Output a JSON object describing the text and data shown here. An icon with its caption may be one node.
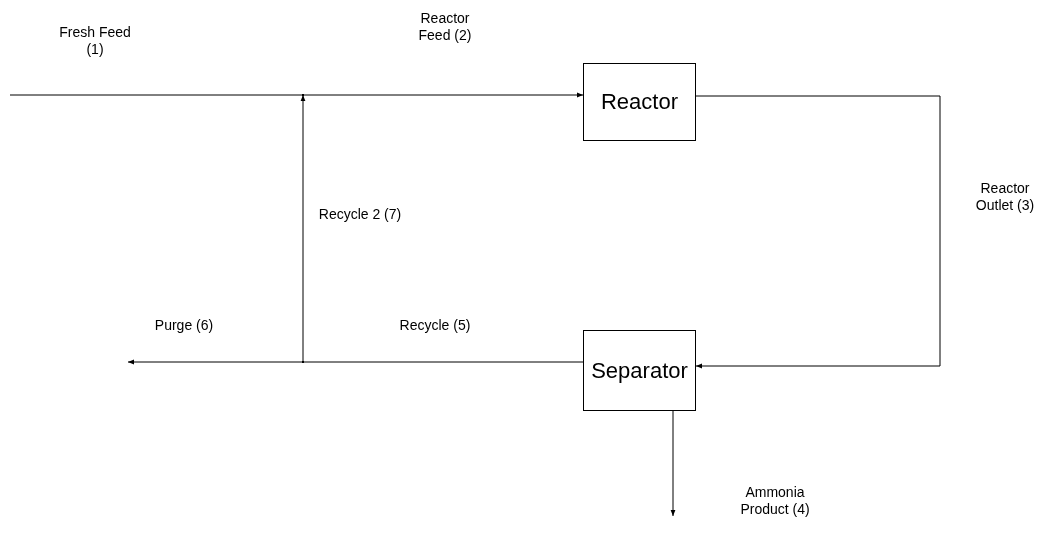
{
  "diagram": {
    "nodes": [
      {
        "text": [
          "Reactor"
        ]
      },
      {
        "text": [
          "Separator"
        ]
      },
      {
        "text": [],
        "shape": "point"
      },
      {
        "text": [],
        "shape": "point"
      }
    ],
    "edges": [
      {
        "from": null,
        "to": 2,
        "arrow": "none",
        "label": "Fresh Feed (1)"
      },
      {
        "from": 2,
        "to": 0,
        "arrow": "to",
        "label": "Reactor Feed (2)"
      },
      {
        "from": 0,
        "to": 1,
        "arrow": "to",
        "label": "Reactor Outlet (3)"
      },
      {
        "from": 1,
        "to": null,
        "arrow": "to",
        "label": "Ammonia Product (4)"
      },
      {
        "from": 1,
        "to": 3,
        "arrow": "none",
        "label": "Recycle (5)"
      },
      {
        "from": 3,
        "to": null,
        "arrow": "to",
        "label": "Purge (6)"
      },
      {
        "from": 3,
        "to": 2,
        "arrow": "to",
        "label": "Recycle 2 (7)"
      }
    ]
  }
}
